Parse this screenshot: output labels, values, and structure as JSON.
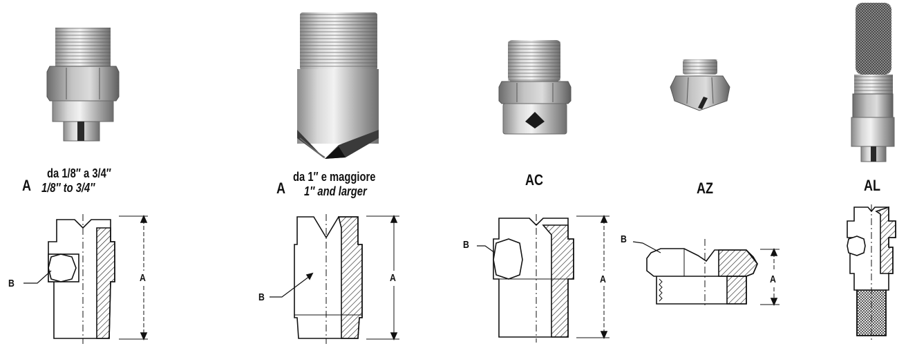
{
  "colors": {
    "metal_light": "#e4e4e4",
    "metal_mid": "#b9b9b9",
    "metal_dark": "#7a7a7a",
    "ink": "#111111"
  },
  "nozzles": [
    {
      "photo_icon": "nozzle-photo-small-icon",
      "type_code": "A",
      "size_it": "da 1/8″ a 3/4″",
      "size_en": "1/8″ to 3/4″",
      "dim_overall": "A",
      "dim_hex": "B"
    },
    {
      "photo_icon": "nozzle-photo-large-icon",
      "type_code": "A",
      "size_it": "da 1″ e maggiore",
      "size_en": "1″ and larger",
      "dim_overall": "A",
      "dim_hex": "B"
    },
    {
      "photo_icon": "nozzle-photo-ac-icon",
      "type_code": "AC",
      "dim_overall": "A",
      "dim_hex": "B"
    },
    {
      "photo_icon": "nozzle-photo-az-icon",
      "type_code": "AZ",
      "dim_overall": "A",
      "dim_hex": "B"
    },
    {
      "photo_icon": "nozzle-photo-al-strainer-icon",
      "type_code": "AL"
    }
  ]
}
